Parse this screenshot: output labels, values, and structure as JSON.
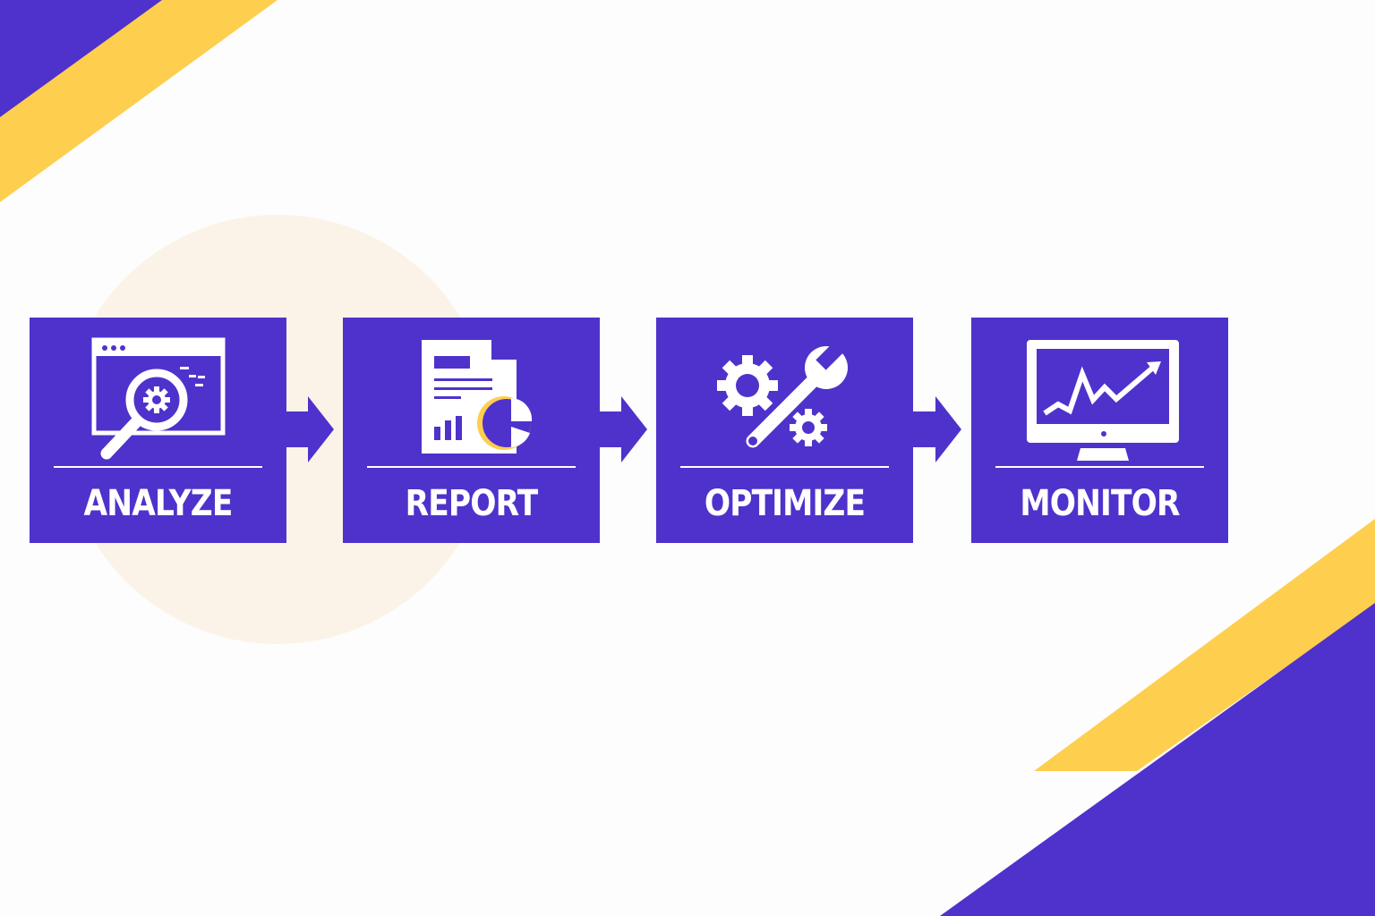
{
  "colors": {
    "primary": "#4F32CC",
    "accent": "#FECE4F",
    "circle": "#FCF3E8",
    "background": "#FDFDFD",
    "foreground": "#FFFFFF"
  },
  "steps": [
    {
      "label": "ANALYZE",
      "icon": "browser-magnifier-gear-icon"
    },
    {
      "label": "REPORT",
      "icon": "document-chart-pie-icon"
    },
    {
      "label": "OPTIMIZE",
      "icon": "gears-wrench-icon"
    },
    {
      "label": "MONITOR",
      "icon": "monitor-trend-chart-icon"
    }
  ],
  "connectors": [
    {
      "from": "ANALYZE",
      "to": "REPORT",
      "icon": "arrow-right-icon"
    },
    {
      "from": "REPORT",
      "to": "OPTIMIZE",
      "icon": "arrow-right-icon"
    },
    {
      "from": "OPTIMIZE",
      "to": "MONITOR",
      "icon": "arrow-right-icon"
    }
  ]
}
